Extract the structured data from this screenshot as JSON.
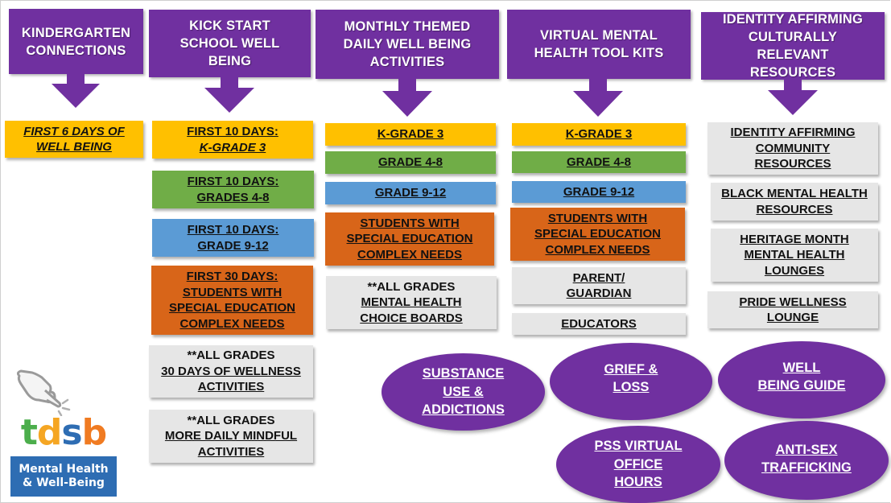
{
  "colors": {
    "purple": "#7030a0",
    "yellow": "#ffc000",
    "green": "#70ad47",
    "blue": "#5b9bd5",
    "orange": "#d86519",
    "grey": "#e6e6e6"
  },
  "columns": [
    {
      "header": [
        "KINDERGARTEN",
        "CONNECTIONS"
      ],
      "items": [
        {
          "lines": [
            "FIRST 6 DAYS OF",
            "WELL BEING"
          ],
          "color": "yellow"
        }
      ]
    },
    {
      "header": [
        "KICK START",
        "SCHOOL WELL",
        "BEING"
      ],
      "items": [
        {
          "lines": [
            "FIRST 10 DAYS:",
            "K-GRADE 3"
          ],
          "color": "yellow"
        },
        {
          "lines": [
            "FIRST 10 DAYS:",
            "GRADES 4-8"
          ],
          "color": "green"
        },
        {
          "lines": [
            "FIRST 10 DAYS:",
            "GRADE 9-12"
          ],
          "color": "blue"
        },
        {
          "lines": [
            "FIRST 30 DAYS:",
            "STUDENTS WITH",
            "SPECIAL EDUCATION",
            "COMPLEX NEEDS"
          ],
          "color": "orange"
        },
        {
          "prefix": "**ALL GRADES",
          "lines": [
            "30 DAYS OF WELLNESS",
            "ACTIVITIES"
          ],
          "color": "grey"
        },
        {
          "prefix": "**ALL GRADES",
          "lines": [
            "MORE DAILY MINDFUL",
            "ACTIVITIES"
          ],
          "color": "grey"
        }
      ]
    },
    {
      "header": [
        "MONTHLY THEMED",
        "DAILY WELL BEING",
        "ACTIVITIES"
      ],
      "items": [
        {
          "lines": [
            "K-GRADE 3"
          ],
          "color": "yellow"
        },
        {
          "lines": [
            "GRADE 4-8"
          ],
          "color": "green"
        },
        {
          "lines": [
            "GRADE 9-12"
          ],
          "color": "blue"
        },
        {
          "lines": [
            "STUDENTS WITH",
            "SPECIAL EDUCATION",
            "COMPLEX NEEDS"
          ],
          "color": "orange"
        },
        {
          "prefix": "**ALL GRADES",
          "lines": [
            "MENTAL HEALTH",
            "CHOICE BOARDS"
          ],
          "color": "grey"
        }
      ]
    },
    {
      "header": [
        "VIRTUAL MENTAL",
        "HEALTH TOOL KITS"
      ],
      "items": [
        {
          "lines": [
            "K-GRADE 3"
          ],
          "color": "yellow"
        },
        {
          "lines": [
            "GRADE 4-8"
          ],
          "color": "green"
        },
        {
          "lines": [
            "GRADE 9-12"
          ],
          "color": "blue"
        },
        {
          "lines": [
            "STUDENTS WITH",
            "SPECIAL EDUCATION",
            "COMPLEX NEEDS"
          ],
          "color": "orange"
        },
        {
          "lines": [
            "PARENT/",
            "GUARDIAN"
          ],
          "color": "grey"
        },
        {
          "lines": [
            "EDUCATORS"
          ],
          "color": "grey"
        }
      ]
    },
    {
      "header": [
        "IDENTITY AFFIRMING",
        "CULTURALLY",
        "RELEVANT",
        "RESOURCES"
      ],
      "items": [
        {
          "lines": [
            "IDENTITY AFFIRMING",
            "COMMUNITY",
            "RESOURCES"
          ],
          "color": "grey"
        },
        {
          "lines": [
            "BLACK MENTAL HEALTH",
            "RESOURCES"
          ],
          "color": "grey"
        },
        {
          "lines": [
            "HERITAGE MONTH",
            "MENTAL HEALTH",
            "LOUNGES"
          ],
          "color": "grey"
        },
        {
          "lines": [
            "PRIDE WELLNESS",
            "LOUNGE"
          ],
          "color": "grey"
        }
      ]
    }
  ],
  "ovals": [
    {
      "lines": [
        "SUBSTANCE",
        "USE &",
        "ADDICTIONS"
      ]
    },
    {
      "lines": [
        "GRIEF &",
        "LOSS"
      ]
    },
    {
      "lines": [
        "WELL",
        "BEING GUIDE"
      ]
    },
    {
      "lines": [
        "PSS VIRTUAL",
        "OFFICE",
        "HOURS"
      ]
    },
    {
      "lines": [
        "ANTI-SEX",
        "TRAFFICKING"
      ]
    }
  ],
  "logo": {
    "icon": "pointing-hand-icon",
    "letters": [
      "t",
      "d",
      "s",
      "b"
    ],
    "letter_colors": [
      "#4cae4c",
      "#f5a623",
      "#2e6db3",
      "#f07b22"
    ],
    "band_lines": [
      "Mental Health",
      "& Well-Being"
    ]
  }
}
